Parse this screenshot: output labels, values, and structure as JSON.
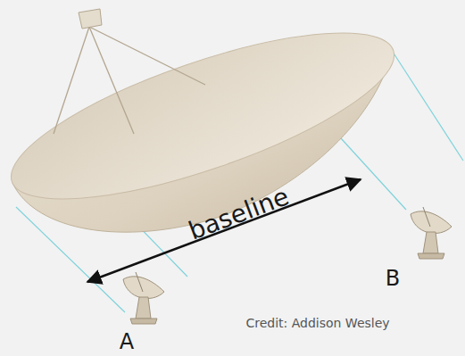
{
  "diagram": {
    "labels": [
      "baseline",
      "A",
      "B",
      "Credit: Addison Wesley"
    ]
  }
}
